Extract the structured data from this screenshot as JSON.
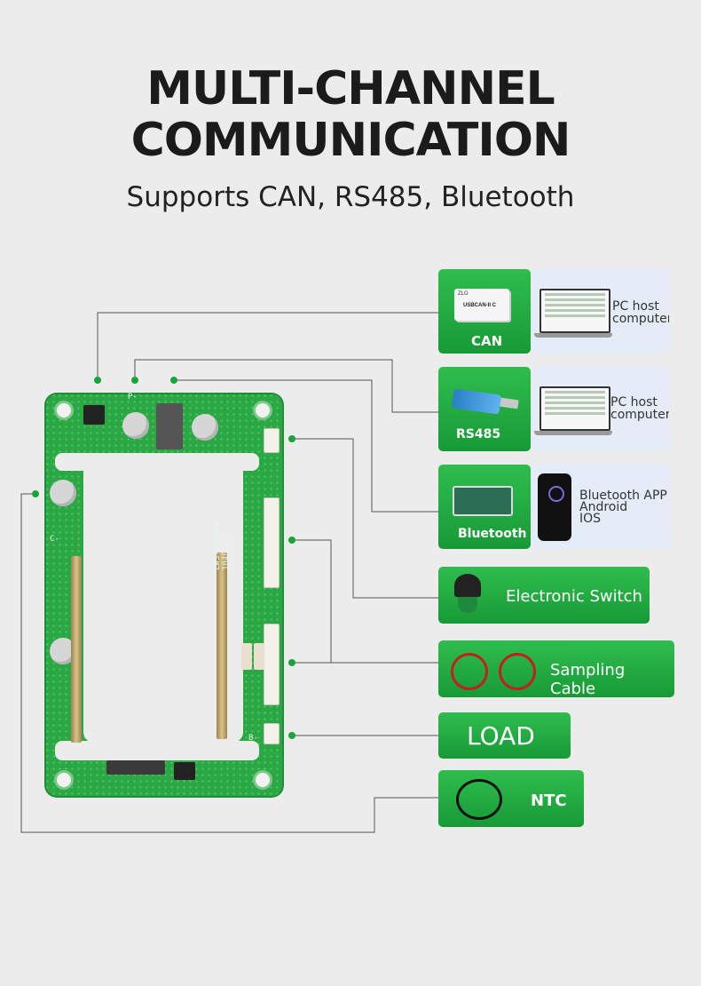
{
  "header": {
    "title_line1": "MULTI-CHANNEL",
    "title_line2": "COMMUNICATION",
    "subtitle": "Supports CAN, RS485, Bluetooth"
  },
  "board": {
    "silk_main": "LWS-20S80A-1040 V2",
    "silk_cminus": "C-",
    "silk_b": "B-",
    "silk_p": "P-"
  },
  "can": {
    "label": "CAN",
    "device_label": "USBCAN-II C",
    "device_brand": "ZLG",
    "target_line1": "PC host",
    "target_line2": "computer"
  },
  "rs485": {
    "label": "RS485",
    "target_line1": "PC host",
    "target_line2": "computer"
  },
  "bluetooth": {
    "label": "Bluetooth",
    "target_line1": "Bluetooth APP",
    "target_line2": "Android",
    "target_line3": "IOS"
  },
  "switch": {
    "label": "Electronic Switch"
  },
  "sampling": {
    "label": "Sampling Cable"
  },
  "load": {
    "label": "LOAD"
  },
  "ntc": {
    "label": "NTC"
  },
  "colors": {
    "accent": "#1aa53a",
    "wire": "#555555",
    "background": "#ececec"
  }
}
